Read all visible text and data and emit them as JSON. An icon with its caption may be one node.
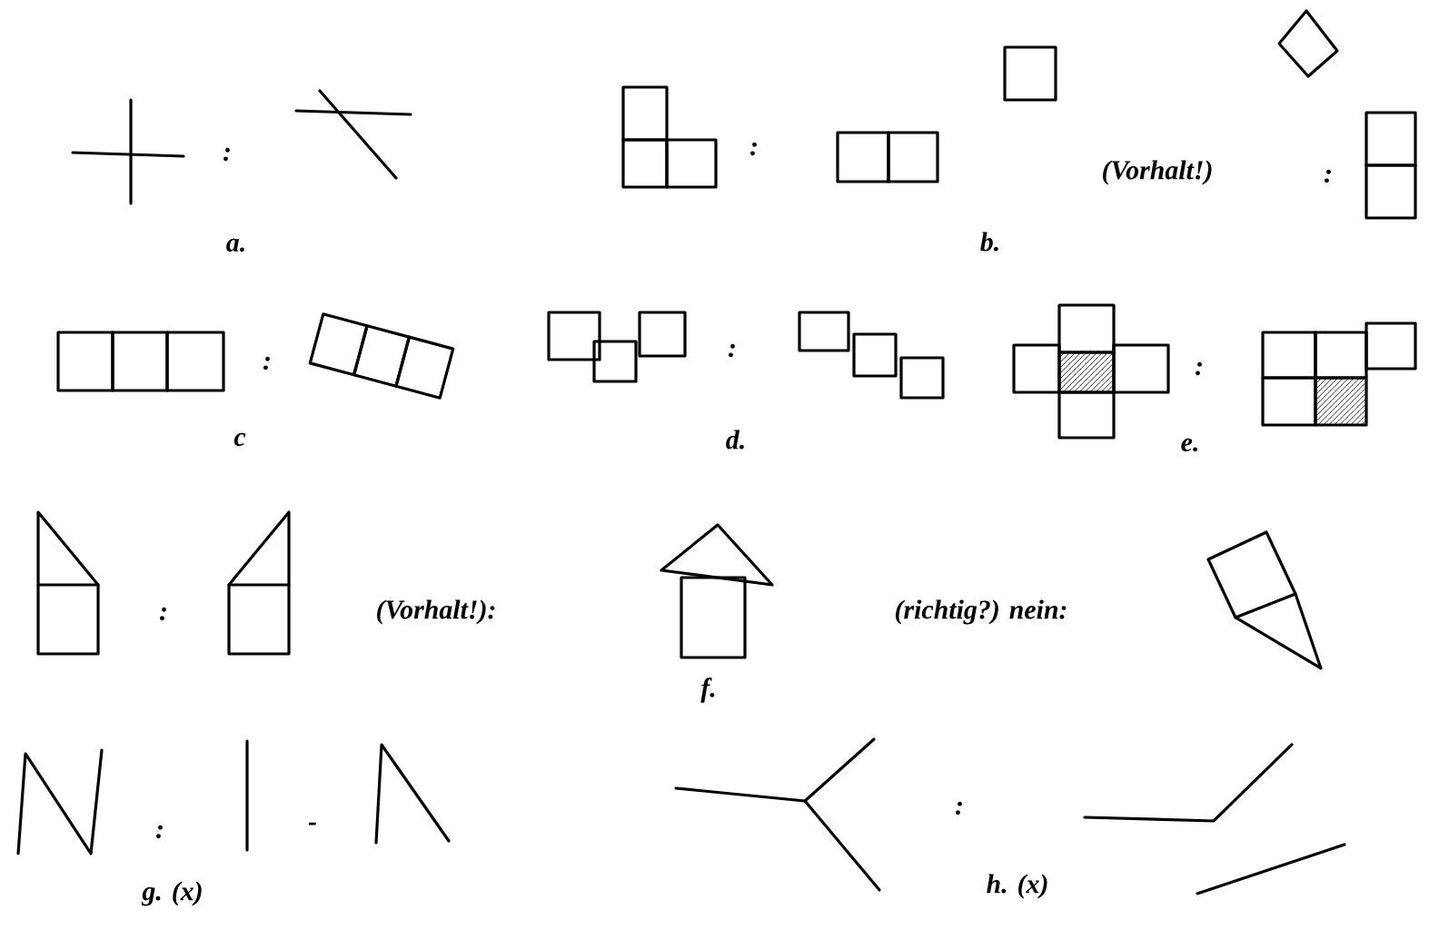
{
  "diagram": {
    "labels": [
      ":",
      ":",
      "(Vorhalt!)",
      ":",
      "a.",
      "b.",
      ":",
      ":",
      ":",
      "c",
      "d.",
      "e.",
      ":",
      "(Vorhalt!):",
      "(richtig?) nein:",
      "f.",
      ":",
      "-",
      ":",
      "g. (x)",
      "h. (x)"
    ]
  }
}
